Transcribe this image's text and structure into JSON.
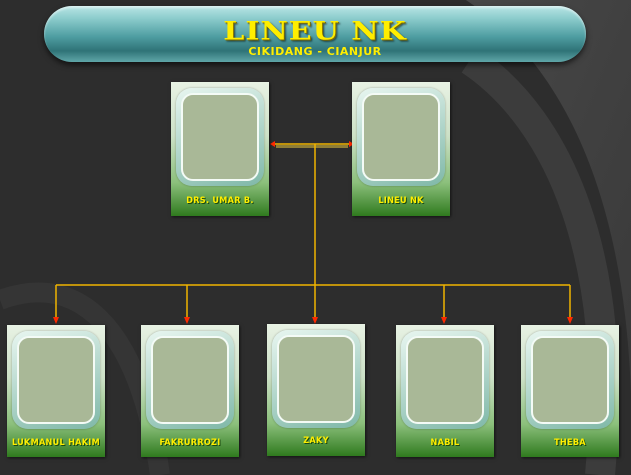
{
  "header": {
    "title": "LINEU NK",
    "subtitle": "CIKIDANG - CIANJUR"
  },
  "parents": [
    {
      "name": "DRS. UMAR B."
    },
    {
      "name": "LINEU NK"
    }
  ],
  "children": [
    {
      "name": "LUKMANUL HAKIM"
    },
    {
      "name": "FAKRURROZI"
    },
    {
      "name": "ZAKY"
    },
    {
      "name": "NABIL"
    },
    {
      "name": "THEBA"
    }
  ],
  "colors": {
    "connector": "#f0b400",
    "arrow_head": "#ff2a00",
    "name_text": "#ffee00",
    "background": "#2d2d2d"
  }
}
